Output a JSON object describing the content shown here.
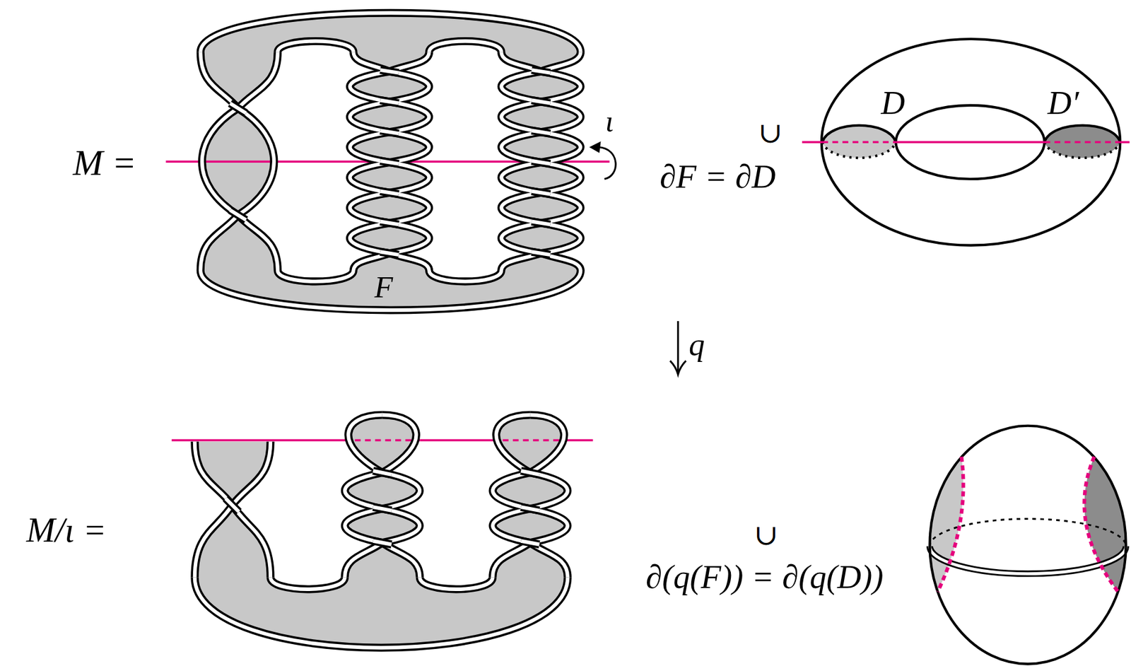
{
  "diagram": {
    "labels": [
      "M =",
      "ι",
      "F",
      "∪",
      "∂F = ∂D",
      "D",
      "D′",
      "q",
      "M/ι =",
      "∪",
      "∂(q(F)) = ∂(q(D))"
    ]
  }
}
